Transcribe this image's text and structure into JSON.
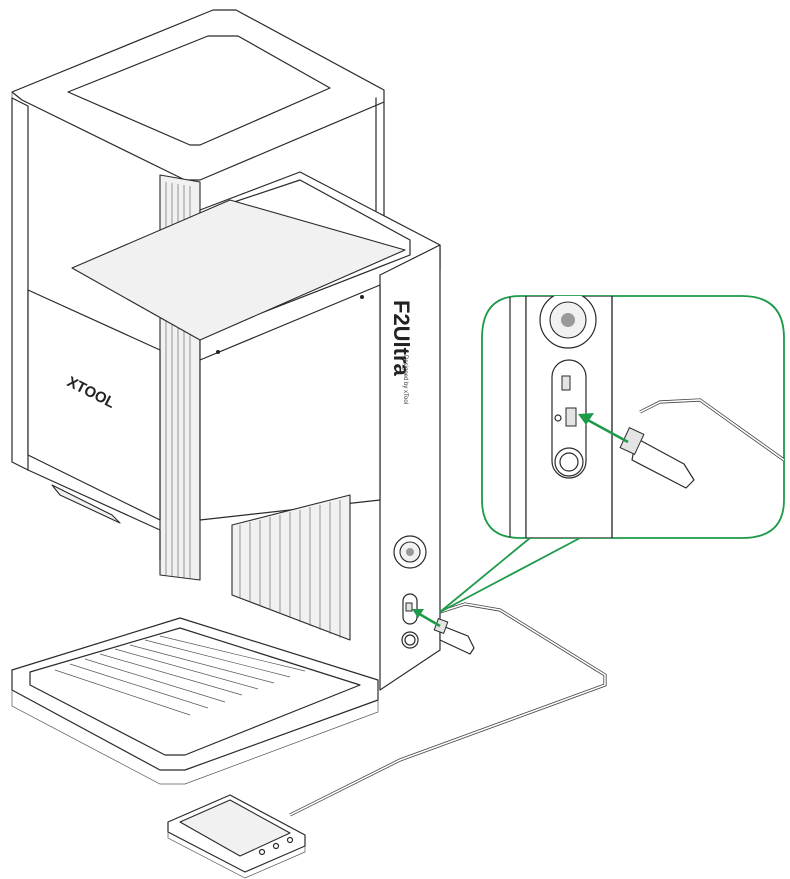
{
  "machine": {
    "brand_label": "XTOOL",
    "model_label": "F2Ultra",
    "model_sub_label": "Designed by xTool"
  },
  "colors": {
    "callout": "#1f9a4a",
    "line": "#2a2a2a"
  },
  "icons": {
    "usb_drive": "usb-flash-drive-icon",
    "usb_port": "usb-port-icon",
    "power_button": "power-button-icon",
    "knob": "rotary-knob-icon",
    "controller": "touch-controller-icon"
  }
}
